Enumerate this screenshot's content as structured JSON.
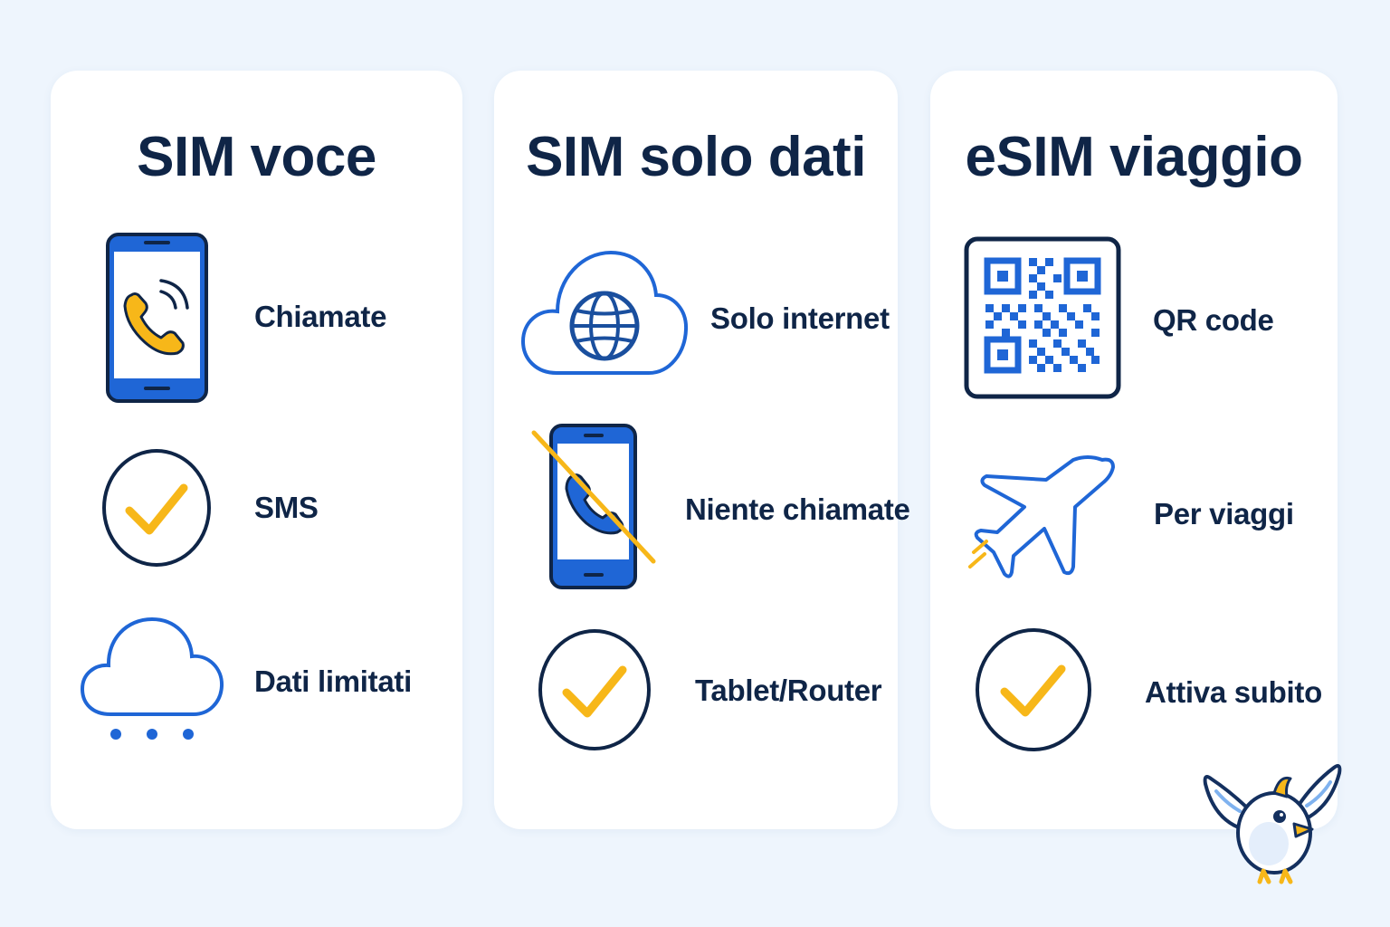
{
  "colors": {
    "background": "#eef5fd",
    "card": "#ffffff",
    "navy": "#0f2547",
    "blue": "#1f66d6",
    "yellow": "#f7b719"
  },
  "cards": [
    {
      "title": "SIM voce",
      "features": [
        {
          "icon": "phone-call-icon",
          "label": "Chiamate"
        },
        {
          "icon": "check-circle-icon",
          "label": "SMS"
        },
        {
          "icon": "cloud-dots-icon",
          "label": "Dati limitati"
        }
      ]
    },
    {
      "title": "SIM solo dati",
      "features": [
        {
          "icon": "cloud-globe-icon",
          "label": "Solo internet"
        },
        {
          "icon": "phone-crossed-icon",
          "label": "Niente chiamate"
        },
        {
          "icon": "check-circle-icon",
          "label": "Tablet/Router"
        }
      ]
    },
    {
      "title": "eSIM viaggio",
      "features": [
        {
          "icon": "qr-code-icon",
          "label": "QR code"
        },
        {
          "icon": "airplane-icon",
          "label": "Per viaggi"
        },
        {
          "icon": "check-circle-icon",
          "label": "Attiva subito"
        }
      ]
    }
  ],
  "mascot": {
    "icon": "bird-mascot-icon"
  }
}
